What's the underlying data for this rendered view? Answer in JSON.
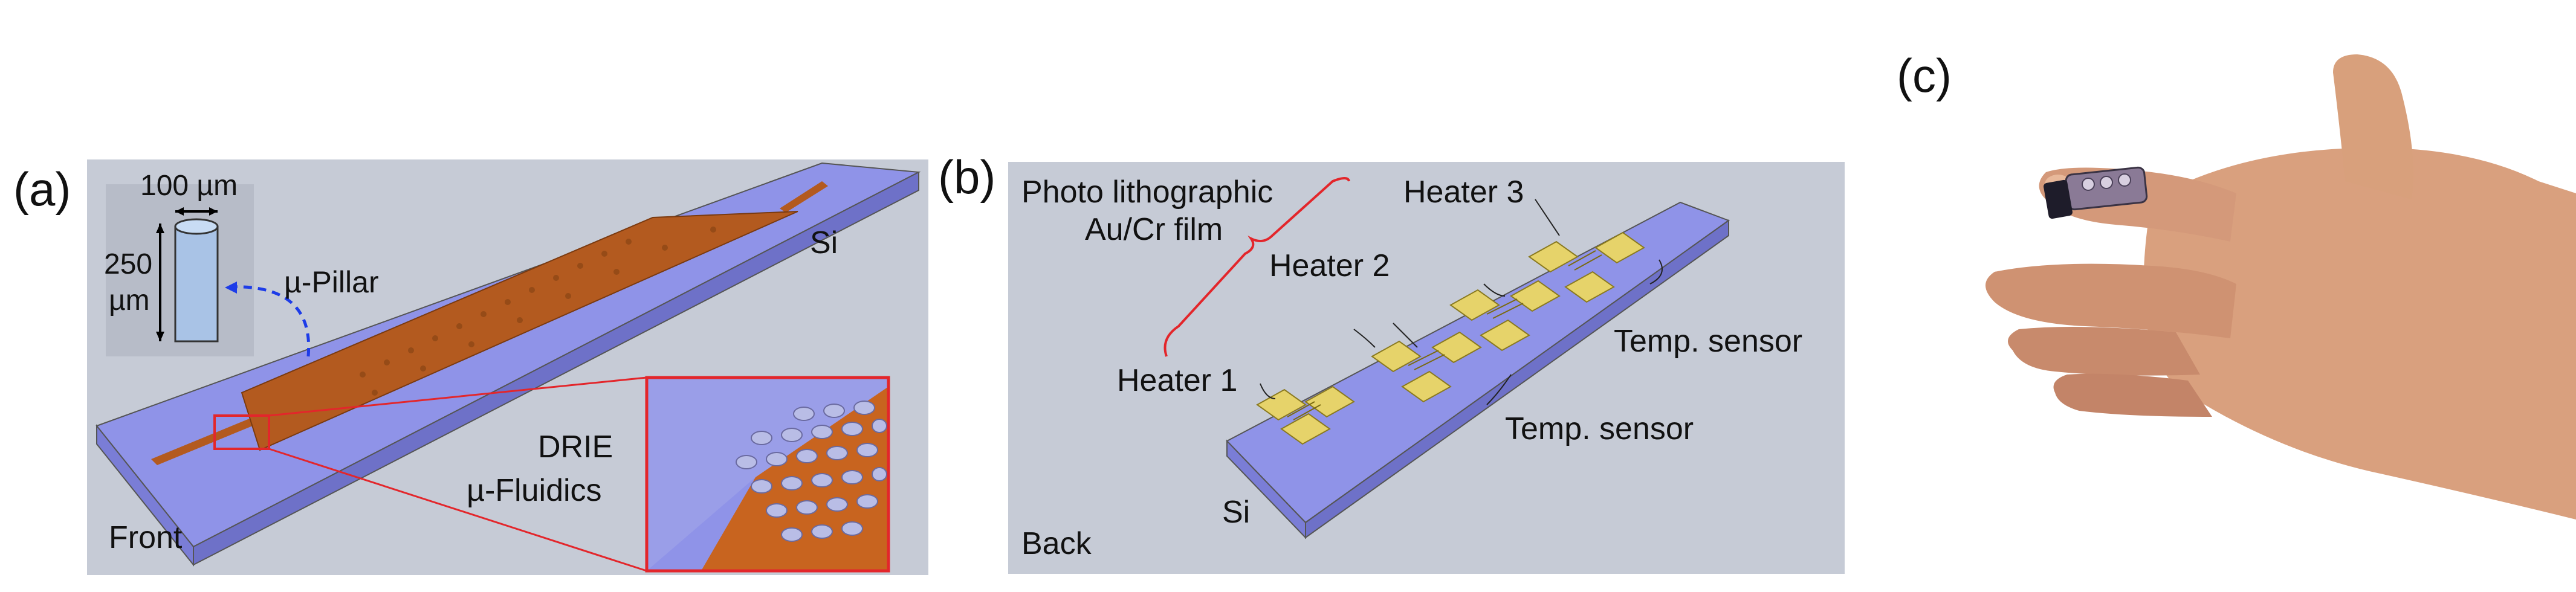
{
  "panels": {
    "a": {
      "letter": "(a)",
      "labels": {
        "width": "100 µm",
        "height_value": "250",
        "height_unit": "µm",
        "pillar": "µ-Pillar",
        "substrate": "Si",
        "etch": "DRIE",
        "fluidics": "µ-Fluidics",
        "side": "Front"
      }
    },
    "b": {
      "letter": "(b)",
      "labels": {
        "film_line1": "Photo lithographic",
        "film_line2": "Au/Cr film",
        "heater3": "Heater 3",
        "heater2": "Heater 2",
        "heater1": "Heater 1",
        "temp_sensor_upper": "Temp. sensor",
        "temp_sensor_lower": "Temp. sensor",
        "substrate": "Si",
        "side": "Back"
      }
    },
    "c": {
      "letter": "(c)"
    }
  },
  "colors": {
    "background_gray": "#c6cbd6",
    "silicon": "#8f93e8",
    "silicon_dark": "#6e71c8",
    "copper": "#b35a1f",
    "gold": "#e6d36a",
    "callout_red": "#e3262b",
    "skin": "#d89a78"
  }
}
